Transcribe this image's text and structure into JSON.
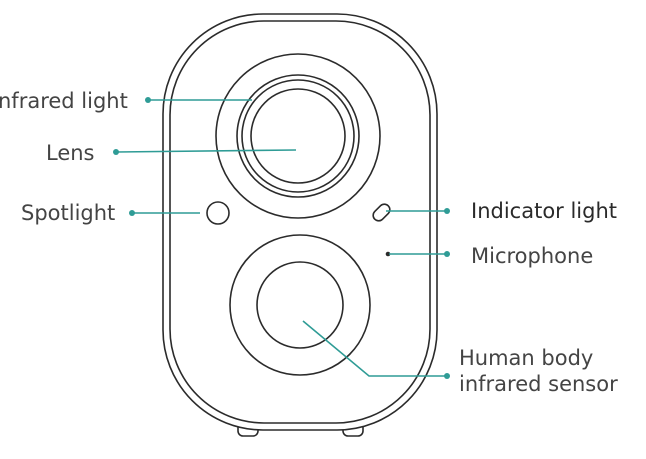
{
  "labels": {
    "infrared_light": "nfrared light",
    "lens": "Lens",
    "spotlight": "Spotlight",
    "indicator_light": "Indicator light",
    "microphone": "Microphone",
    "human_body_line1": "Human body",
    "human_body_line2": "infrared sensor"
  },
  "colors": {
    "outline": "#2b2b2b",
    "leader": "#2f9c96",
    "text": "#444444"
  }
}
